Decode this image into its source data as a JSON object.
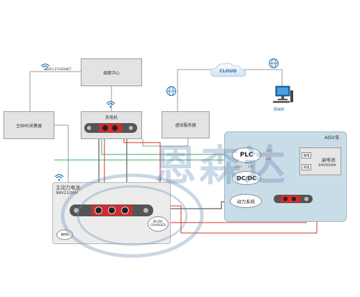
{
  "nodes": {
    "dispatch": "调度中心",
    "wifi_ethernet": "WIFI/ ETHERNET",
    "bms_collector": "主BMS采集器",
    "charger": "充电机",
    "virtual_server": "虚拟服务器",
    "cloud": "CLOUD",
    "lan": "局域网",
    "agv": "AGV车",
    "plc": "PLC",
    "dcdc": "DC/DC",
    "power_system": "动力系统",
    "main_battery_title": "主动力电池",
    "main_battery_spec": "96V210AH",
    "bms": "BMS",
    "dcdc_charger_1": "DC/DC",
    "dcdc_charger_2": "CHARGER",
    "sub_battery_title": "副电池",
    "sub_battery_spec": "24V50AH",
    "discharge": "放电",
    "charge": "充电",
    "v24_a": "24V+",
    "v24_b": "24V-",
    "v24_c": "24V+",
    "v24_d": "24V-"
  },
  "watermark": "恩森达",
  "colors": {
    "red": "#d62b2b",
    "green": "#3aa86a",
    "dark": "#333333",
    "agv_bg": "#c9dde8",
    "cloud": "#1f6fb0"
  }
}
